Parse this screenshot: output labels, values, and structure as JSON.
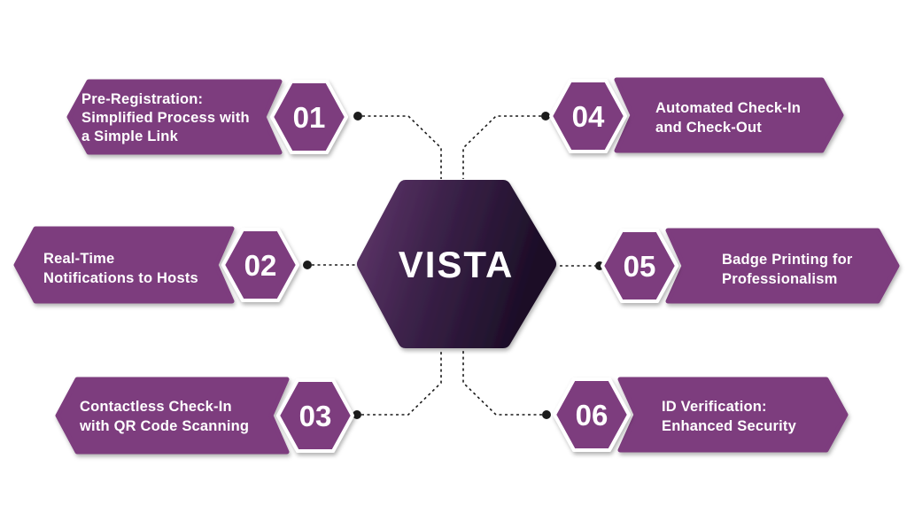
{
  "center": {
    "label": "VISTA"
  },
  "items": [
    {
      "number": "01",
      "side": "left",
      "lines": [
        "Pre-Registration:",
        "Simplified Process with",
        "a Simple Link"
      ]
    },
    {
      "number": "02",
      "side": "left",
      "lines": [
        "Real-Time",
        "Notifications to Hosts"
      ]
    },
    {
      "number": "03",
      "side": "left",
      "lines": [
        "Contactless Check-In",
        "with QR Code Scanning"
      ]
    },
    {
      "number": "04",
      "side": "right",
      "lines": [
        "Automated Check-In",
        "and Check-Out"
      ]
    },
    {
      "number": "05",
      "side": "right",
      "lines": [
        "Badge Printing for",
        "Professionalism"
      ]
    },
    {
      "number": "06",
      "side": "right",
      "lines": [
        "ID Verification:",
        "Enhanced Security"
      ]
    }
  ],
  "colors": {
    "background": "#ffffff",
    "banner_purple": "#7d3c7e",
    "hexagon_stroke": "#ffffff",
    "center_gradient_start": "#5e3569",
    "center_gradient_mid": "#3a2148",
    "center_gradient_end": "#1c0e27",
    "text": "#ffffff",
    "connector": "#1c1c1c"
  }
}
